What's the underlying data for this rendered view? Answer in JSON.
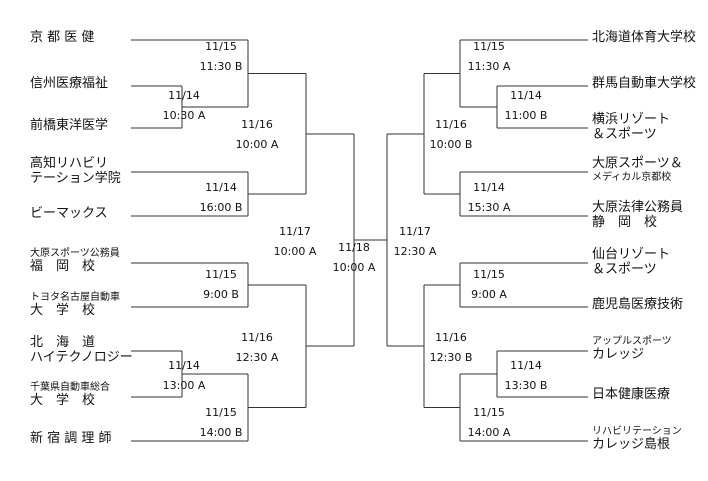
{
  "left_teams": [
    [
      "京 都 医 健"
    ],
    [
      "信州医療福祉"
    ],
    [
      "前橋東洋医学"
    ],
    [
      "高知リハビリ",
      "テーション学院"
    ],
    [
      "ビーマックス"
    ],
    [
      "大原スポーツ公務員",
      "福　岡　校"
    ],
    [
      "トヨタ名古屋自動車",
      "大　学　校"
    ],
    [
      "北　海　道",
      "ハイテクノロジー"
    ],
    [
      "千葉県自動車総合",
      "大　学　校"
    ],
    [
      "新 宿 調 理 師"
    ]
  ],
  "right_teams": [
    [
      "北海道体育大学校"
    ],
    [
      "群馬自動車大学校"
    ],
    [
      "横浜リゾート",
      "＆スポーツ"
    ],
    [
      "大原スポーツ＆",
      "メディカル京都校"
    ],
    [
      "大原法律公務員",
      "静　岡　校"
    ],
    [
      "仙台リゾート",
      "＆スポーツ"
    ],
    [
      "鹿児島医療技術"
    ],
    [
      "アップルスポーツ",
      "カレッジ"
    ],
    [
      "日本健康医療"
    ],
    [
      "リハビリテーション",
      "カレッジ島根"
    ]
  ],
  "matches": [
    {
      "id": "L1",
      "date": "11/15",
      "time": "11:30 B"
    },
    {
      "id": "L2",
      "date": "11/14",
      "time": "10:30 A"
    },
    {
      "id": "L3",
      "date": "11/16",
      "time": "10:00 A"
    },
    {
      "id": "L4",
      "date": "11/14",
      "time": "16:00 B"
    },
    {
      "id": "L5",
      "date": "11/17",
      "time": "10:00 A"
    },
    {
      "id": "L6",
      "date": "11/15",
      "time": "9:00 B"
    },
    {
      "id": "L7",
      "date": "11/16",
      "time": "12:30 A"
    },
    {
      "id": "L8",
      "date": "11/14",
      "time": "13:00 A"
    },
    {
      "id": "L9",
      "date": "11/15",
      "time": "14:00 B"
    },
    {
      "id": "F",
      "date": "11/18",
      "time": "10:00 A"
    },
    {
      "id": "R1",
      "date": "11/15",
      "time": "11:30 A"
    },
    {
      "id": "R2",
      "date": "11/14",
      "time": "11:00 B"
    },
    {
      "id": "R3",
      "date": "11/16",
      "time": "10:00 B"
    },
    {
      "id": "R4",
      "date": "11/14",
      "time": "15:30 A"
    },
    {
      "id": "R5",
      "date": "11/17",
      "time": "12:30 A"
    },
    {
      "id": "R6",
      "date": "11/15",
      "time": "9:00 A"
    },
    {
      "id": "R7",
      "date": "11/16",
      "time": "12:30 B"
    },
    {
      "id": "R8",
      "date": "11/14",
      "time": "13:30 B"
    },
    {
      "id": "R9",
      "date": "11/15",
      "time": "14:00 A"
    }
  ]
}
